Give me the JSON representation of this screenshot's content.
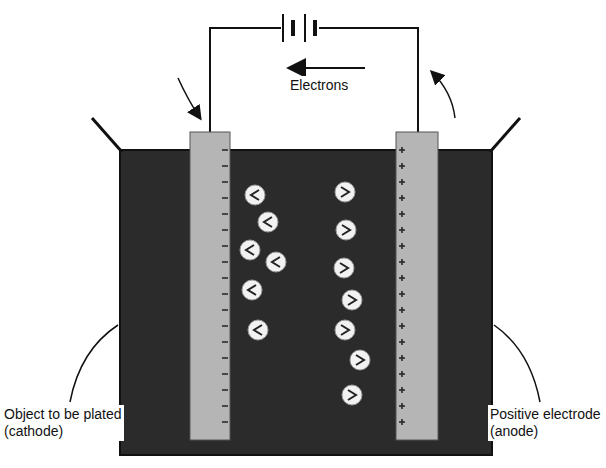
{
  "diagram": {
    "labels": [
      "Electrons",
      "Object to be plated (cathode)",
      "Positive electrode (anode)"
    ]
  }
}
